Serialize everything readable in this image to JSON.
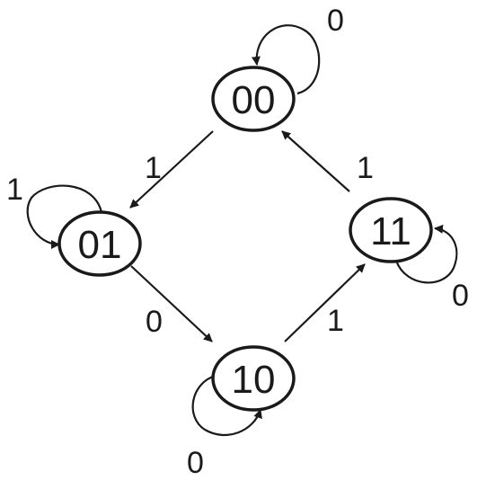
{
  "states": [
    {
      "id": "s00",
      "label": "00"
    },
    {
      "id": "s01",
      "label": "01"
    },
    {
      "id": "s10",
      "label": "10"
    },
    {
      "id": "s11",
      "label": "11"
    }
  ],
  "transitions": [
    {
      "id": "t00_self",
      "from": "00",
      "to": "00",
      "label": "0"
    },
    {
      "id": "t00_01",
      "from": "00",
      "to": "01",
      "label": "1"
    },
    {
      "id": "t01_self",
      "from": "01",
      "to": "01",
      "label": "1"
    },
    {
      "id": "t01_10",
      "from": "01",
      "to": "10",
      "label": "0"
    },
    {
      "id": "t10_self",
      "from": "10",
      "to": "10",
      "label": "0"
    },
    {
      "id": "t10_11",
      "from": "10",
      "to": "11",
      "label": "1"
    },
    {
      "id": "t11_self",
      "from": "11",
      "to": "11",
      "label": "0"
    },
    {
      "id": "t11_00",
      "from": "11",
      "to": "00",
      "label": "1"
    }
  ],
  "colors": {
    "stroke": "#1a1a1a",
    "background": "#ffffff"
  }
}
